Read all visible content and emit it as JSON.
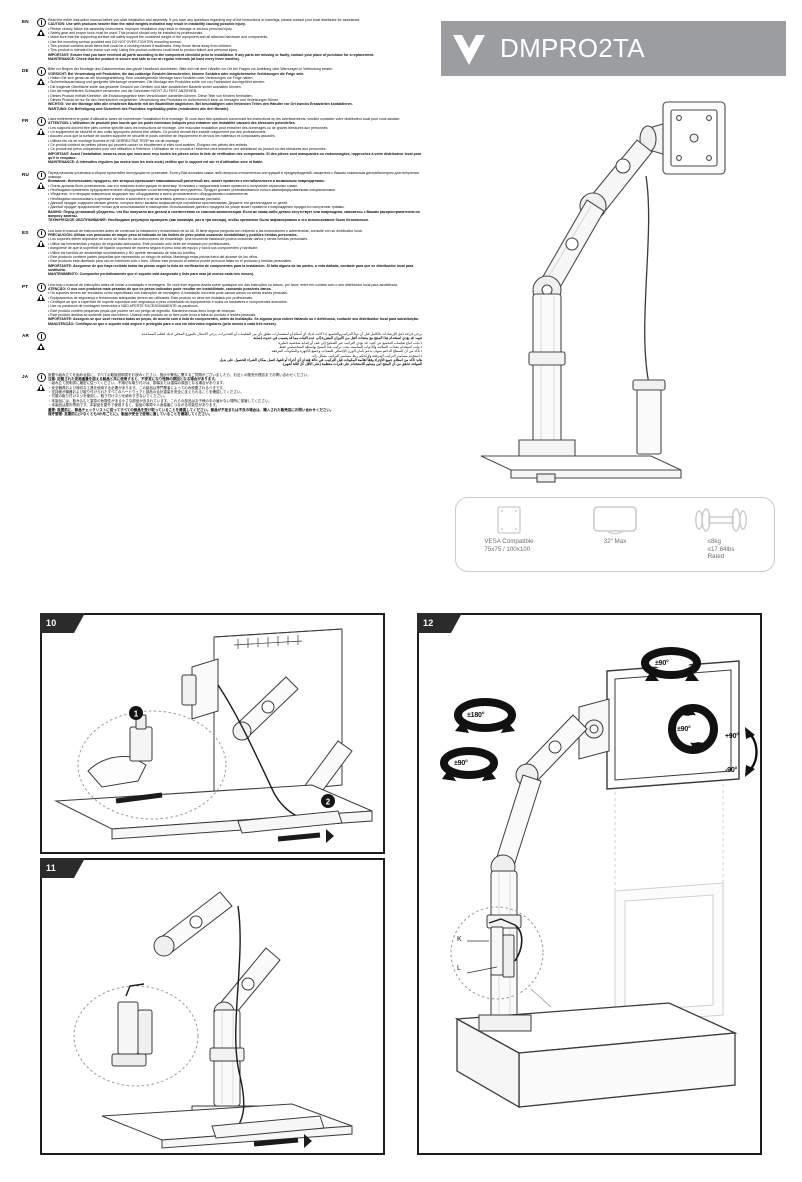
{
  "header": {
    "brand_logo": "chevron-v-logo",
    "model": "DMPRO2TA",
    "bar_color": "#9b9da0"
  },
  "specs": [
    {
      "icon": "vesa-plate-icon",
      "label": "VESA Compatible\n75x75 / 100x100"
    },
    {
      "icon": "monitor-icon",
      "label": "32\" Max"
    },
    {
      "icon": "dumbbell-weight-icon",
      "label": "≤8kg\n≤17.64lbs\nRated"
    }
  ],
  "languages": [
    {
      "code": "EN",
      "lines": [
        "Read the entire instruction manual before you start installation and assembly. If you have any questions regarding any of the instructions or warnings, please contact your local distributor for assistance.",
        "CAUTION: Use with products heavier than the rated weights indicated may result in instability causing possible injury.",
        "• Please closely follow the assembly instructions. Improper installation may result in damage or serious personal injury.",
        "• Safety gear and proper tools must be used. This product should only be installed by professionals.",
        "• Make sure that the supporting surface will safely support the combined weight of the equipment and all attached hardware and components.",
        "• Use the mounting screws provided and DO NOT OVER-TIGHTEN mounting screws.",
        "• This product contains small items that could be a choking hazard if swallowed. Keep those items away from children.",
        "• This product is intended for indoor use only. Using this product outdoors could lead to product failure and personal injury.",
        "IMPORTANT: Ensure that you have received all parts according to the component checklist prior to installation. If any parts are missing or faulty, contact your place of purchase for a replacement.",
        "MAINTENANCE: Check that the product is secure and safe to use at regular intervals (at least every three months)."
      ]
    },
    {
      "code": "DE",
      "lines": [
        "Bitte vor Beginn der Montage und Zusammenbau das ganze Handbuch durchlesen. Bitte sich mit dem Händler vor Ort bei Fragen zur Anleitung oder Warnungen in Verbindung setzen.",
        "VORSICHT: Bei Verwendung mit Produkten, die das zulässige Gewicht überschreiten, können Schäden oder möglicherweise Verletzungen die Folge sein.",
        "• Halten Sie sich genau an die Montageanleitung. Eine unsachgemäße Montage kann Schäden oder Verletzungen zur Folge haben.",
        "• Sicherheitsausrüstung und geeignete Werkzeuge verwenden. Die Montage des Produktes sollte nur von Fachleuten durchgeführt werden.",
        "• Die tragende Oberfläche sollte das gesamte Gewicht von Geräten und aller zusätzlichen Bauteile sicher aushalten können.",
        "• Nur die mitgelieferten Schrauben verwenden und die Schrauben NICHT ZU FEST ANZIEHEN.",
        "• Dieses Produkt enthält Kleinteile, die Erstickungsgefahr beim Verschlucken darstellen können. Diese Teile von Kindern fernhalten.",
        "• Dieses Produkt ist nur für den Innenbereich vorgesehen. Verwendung des Produktes im Außenbereich kann zu Versagen und Verletzungen führen.",
        "WICHTIG: Vor der Montage bitte alle erhaltenen Bauteile mit der Bauteilliste abgleichen. Bei beschädigten oder fehlenden Teilen den Händler vor Ort zwecks Ersatzteilen kontaktieren.",
        "WARTUNG: Die Befestigung und Sicherheit des Produktes regelmäßig prüfen (mindestens alle drei Monate)."
      ]
    },
    {
      "code": "FR",
      "lines": [
        "Lisez entièrement le guide d'utilisateur avant de commencer l'installation et le montage. Si vous avez des questions concernant les instructions ou les avertissements, veuillez contacter votre distributeur local pour vous assister.",
        "ATTENTION: L'utilisation de produits plus lourds que les poids nominaux indiqués peut entraîner une instabilité causant des blessures potentielles.",
        "• Les supports doivent être pliés comme spécifié dans les instructions de montage. Une mauvaise installation peut entraîner des dommages ou de graves blessures aux personnes.",
        "• Un équipement de sécurité et des outils appropriés doivent être utilisés. Ce produit devrait être installé uniquement par des professionnels.",
        "• Assurez-vous que la surface de soutien supporte en sécurité le poids combiné de l'équipement et de tous les matériaux et composants associés.",
        "• Utilisez les vis de montage fournies et NE SERREZ PAS TROP les vis de montage.",
        "• Ce produit contient de petites pièces qui peuvent causer un étouffement si elles sont avalées. Éloignez ces pièces des enfants.",
        "• Ce produit est prévu uniquement pour une utilisation à l'intérieur. L'utilisation de ce produit à l'extérieur peut entraîner une défaillance du produit ou des blessures aux personnes.",
        "IMPORTANT: Avant l'installation, assurez-vous que vous avez reçu toutes les pièces selon la liste de vérification des composants. Si des pièces sont manquantes ou endommagées, rapprochez à votre distributeur local pour qu'il le remplace.",
        "MAINTENANCE: À intervalles réguliers (au moins tous les trois mois) vérifiez que le support est sûr et d'utilisation sûre et fiable."
      ]
    },
    {
      "code": "RU",
      "lines": [
        "Перед началом установки и сборки прочитайте инструкцию по установке. Если у Вас возникли какие-либо вопросы относительно инструкций и предупреждений, свяжитесь с Вашим локальным дистрибьютором для получения помощи.",
        "Внимание: Использовать продукты, вес которых превышает максимальный расчетный вес, может привести к нестабильности и возможным повреждениям.",
        "• Очень должны быть установлены, как это показано в инструкции по монтажу. Установка с нарушением может привести к получению серьезных травм.",
        "• Необходимо применять предохранительное оборудование и соответствующие инструменты. Продукт должен устанавливаться только квалифицированными специалистами.",
        "• Убедитесь, что несущая поверхность выдержит вес оборудования и всего установленного оборудования и компонентов.",
        "• Необходимо использовать в крепеже и винты в комплекте и не затягивать крепеж с излишним усилием.",
        "• Данный продукт содержит мелкие детали, которые могут вызвать асфиксию при случайном проглатывании. Держите эти детали вдали от детей.",
        "• Данный продукт предназначен только для использования в помещении. Использование данного продукта на улице может привести к повреждению продукта и получению травмы.",
        "ВАЖНО: Перед установкой убедитесь, что Вы получили все детали в соответствии со списком комплектации. Если же какая-либо деталь отсутствует или повреждена, свяжитесь с Вашим распространителем по вопросу замены.",
        "ТЕХНИЧЕСКОЕ ОБСЛУЖИВАНИЕ: Необходимо регулярно проверять (как минимум, раз в три месяца), чтобы крепление было зафиксировано и его использование было безопасным."
      ]
    },
    {
      "code": "ES",
      "lines": [
        "Lea todo el manual de instrucciones antes de comenzar la instalación y ensamblado de su kit. Si tiene alguna pregunta con respecto a las instrucciones o advertencias, consulte con su distribuidor local.",
        "PRECAUCIÓN: Utilizar con productos de mayor peso al indicado en las límites de peso podría ocasionar inestabilidad y posibles heridas personales.",
        "• Los soportes deben arquearse tal como se indica en las instrucciones de ensamblaje. Una incorrecta instalación podría ocasionar daños y serias heridas personales.",
        "• Utilice las herramientas y equipo de seguridad adecuados. Este producto sólo debe ser instalado por profesionales.",
        "• Asegúrese de que la superficie de fijación soportará de manera segura el peso total del equipo y todos sus componentes y hardware.",
        "• Utilice los tornillos de ensamblaje suministrados y NO apriete demasiado de más los tornillos.",
        "• Este producto contiene partes pequeñas que representan un riesgo de asfixia. Mantenga estas piezas fuera del alcance de los niños.",
        "• Este producto está diseñado para uso en interiores sólo o bien. Utilizar este producto al exterior puede provocar fallas en el producto y heridas personales.",
        "IMPORTANTE: Asegúrese de que haya recibido todas las piezas según la lista de verificación de componentes para la instalación. Si falta alguna de las partes, o está dañada, contacte para que se distribuidor local para sustituirla.",
        "MANTENIMIENTO: Compruebe periódicamente que el soporte está asegurado y listo para usar (al menos cada tres meses)."
      ]
    },
    {
      "code": "PT",
      "lines": [
        "Leia todo o manual de instruções antes de iniciar a instalação e montagem. Se você tiver alguma dúvida sobre quaisquer um das instruções ou avisos, por favor, entre em contato com o seu distribuidor local para assistência.",
        "ATENÇÃO: O uso com produtos mais pesados do que os pesos indicados pode resultar em instabilidade, causando possíveis danos.",
        "• Os suportes devem ser enrolados como especificado nas instruções de montagem. A instalação incorreta pode causar danos ou sérias lesões pessoais.",
        "• Equipamentos de segurança e ferramentas adequadas devem ser utilizadas. Este produto só deve ser instalado por profissionais.",
        "• Certifique-se que a superfície de suporte suportará com segurança o peso combinado do equipamento e todos os hardwares e componentes anexados.",
        "• Use os parafusos de montagem fornecidos e NÃO APERTE EXCESSIVAMENTE os parafusos.",
        "• Este produto contém pequenas peças que podem ser um perigo de ingestão. Mantenha essas itens longe de crianças.",
        "• Este produto destina-se somente para uso interno. Usando este produto ao ar livre pode levar à falha do produto e lesões pessoais.",
        "IMPORTANTE: Assegure-se que você recebeu todas as peças, de acordo com a lista de componentes, antes da instalação. Se alguma peça estiver faltando ou é defeituosa, contacte seu distribuidor local para substituição.",
        "MANUTENÇÃO: Certifique-se que o suporte está seguro e protegido para o uso em intervalos regulares (pelo menos a cada três meses)."
      ]
    },
    {
      "code": "AR",
      "rtl": true,
      "lines": [
        "يرجى قراءة دليل الإرشادات بالكامل قبل أن تبدأ التركيب والتجميع. إذا كانت لديك أي أسئلة أو استفسارات تتعلق بأي من التعليمات أو التحذيرات، يرجى الاتصال بالموزع المحلي لديك لطلب المساعدة.",
        "تنبيه: قد يؤدي استخدام هذا المنتج مع منتجات أثقل من الأوزان المقررة إلى عدم الثبات مما قد يتسبب في حدوث إصابة.",
        "• يجب اتباع تعليمات التجميع عن كثب. قد يؤدي التركيب غير الصحيح إلى تلف أو إصابة شخصية خطيرة.",
        "• يجب استخدام معدات السلامة والأدوات المناسبة. يجب تركيب هذا المنتج بواسطة المتخصصين فقط.",
        "• تأكد من أن السطح الداعم سوف يدعم بأمان الوزن الإجمالي للمعدات وجميع الأجهزة والمكونات المرفقة.",
        "• استخدم مسامير التركيب المرفقة ولا تُحكم ربط مسامير التركيب بشكل زائد.",
        "هام: تأكد من استلام جميع الأجزاء وفقاً لقائمة المكونات قبل التركيب. في حالة فقدان أي أجزاء أو تلفها، اتصل بمكان الشراء للحصول على بديل.",
        "الصيانة: تحقق من أن المنتج آمن وسليم للاستخدام على فترات منتظمة (على الأقل كل ثلاثة أشهر)."
      ]
    },
    {
      "code": "JA",
      "lines": [
        "設置や組み立てを始める前に、すべての取扱説明書をお読みください。指示や警告に関するご質問がございましたら、お近くの販売代理店までお問い合わせください。",
        "注意: 記載された定格重量を超える製品と共に使用すると、不安定になり怪我の原因となる場合があります。",
        "・組み立て説明書に厳密に従ってください。不適切な取り付けは、損傷または重傷の原因となる場合があります。",
        "・安全器具および適切な工具を使用する必要があります。この製品は専門業者によってのみ設置されるべきです。",
        "・支持面が機器および取り付けられたすべてのハードウェアと部品の合計重量を安全に支えられることを確認してください。",
        "・付属の取り付けネジを使用し、取り付けネジを締めすぎないでください。",
        "・本製品には、飲み込むと窒息の危険性がある小さな部品が含まれています。これらの部品はお子様の手の届かない場所に保管してください。",
        "・本製品は屋内専用です。本製品を屋外で使用すると、製品の故障や人身傷害につながる可能性があります。",
        "重要: 設置前に、部品チェックリストに従ってすべての部品を受け取っていることを確認してください。部品が不足または不良の場合は、購入された販売店にお問い合わせください。",
        "保守管理: 定期的に(少なくとも3か月ごとに)、製品が安全で使用に適していることを確認してください。"
      ]
    }
  ],
  "steps": [
    {
      "number": "10",
      "callouts": [
        "1",
        "2"
      ]
    },
    {
      "number": "11",
      "callouts": []
    },
    {
      "number": "12",
      "callouts": [],
      "angles": [
        {
          "text": "±90°",
          "name": "tilt-top-angle"
        },
        {
          "text": "±180°",
          "name": "swivel-angle"
        },
        {
          "text": "±90°",
          "name": "arm-rotate-angle"
        },
        {
          "text": "±90°",
          "name": "screen-rotate-angle"
        },
        {
          "text": "+90°",
          "name": "tilt-up-angle"
        },
        {
          "text": "-90°",
          "name": "tilt-down-angle"
        }
      ],
      "part_labels": [
        "K",
        "L"
      ]
    }
  ]
}
